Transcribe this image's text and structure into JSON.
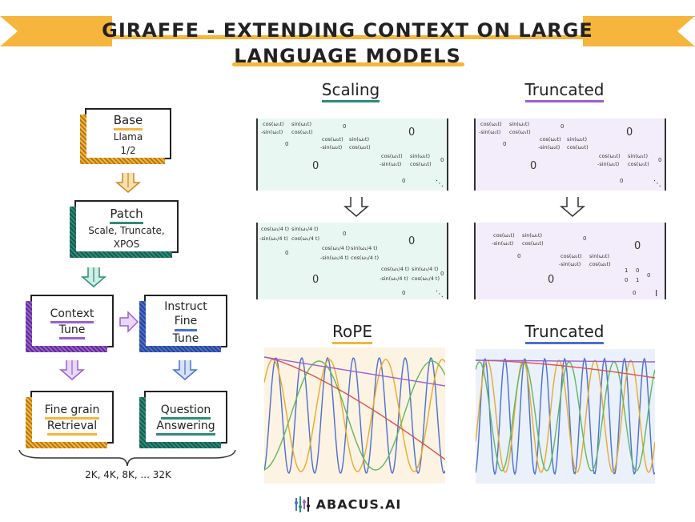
{
  "title": {
    "line1": "GIRAFFE - EXTENDING CONTEXT ON LARGE",
    "line2": "LANGUAGE MODELS"
  },
  "flow": {
    "base": {
      "title": "Base",
      "sub1": "Llama",
      "sub2": "1/2"
    },
    "patch": {
      "title": "Patch",
      "sub1": "Scale, Truncate,",
      "sub2": "XPOS"
    },
    "context_tune": {
      "line1": "Context",
      "line2": "Tune"
    },
    "instruct_tune": {
      "line1": "Instruct",
      "line2": "Fine",
      "line3": "Tune"
    },
    "fine_grain": {
      "line1": "Fine grain",
      "line2": "Retrieval"
    },
    "qa": {
      "line1": "Question",
      "line2": "Answering"
    },
    "context_lengths": "2K, 4K, 8K, ... 32K"
  },
  "sections": {
    "scaling": "Scaling",
    "truncated_top": "Truncated",
    "rope": "RoPE",
    "truncated_bottom": "Truncated"
  },
  "matrix": {
    "cos": "cos(ω₁t)",
    "sin": "sin(ω₁t)",
    "neg_sin": "-sin(ω₁t)",
    "cos2": "cos(ω₂t)",
    "sin2": "sin(ω₂t)",
    "neg_sin2": "-sin(ω₂t)",
    "cos_s": "cos(ω₁/4 t)",
    "sin_s": "sin(ω₁/4 t)",
    "neg_sin_s": "-sin(ω₁/4 t)",
    "zero": "0",
    "one": "1",
    "dots": "⋱",
    "identity": "I"
  },
  "footer": {
    "brand": "ABACUS.AI"
  },
  "colors": {
    "orange": "#f6b53c",
    "teal": "#2e8b7a",
    "purple": "#9b5fd1",
    "blue": "#4a6fcf",
    "mint_bg": "#e9f7f3",
    "lavender_bg": "#f3ecfb",
    "peach_bg": "#fdf3e3",
    "sky_bg": "#eaf1fb"
  }
}
